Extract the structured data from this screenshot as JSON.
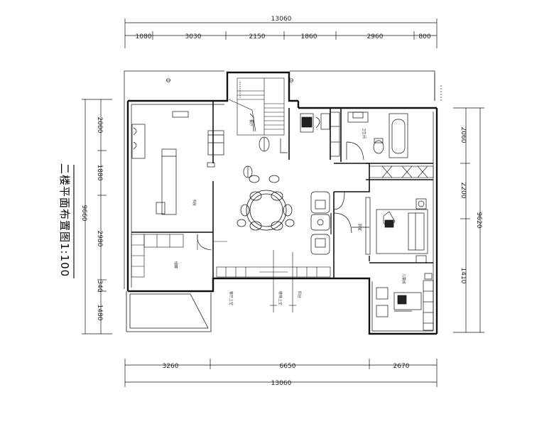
{
  "title": "二楼平面布置图1:100",
  "dims_top": {
    "total": "13060",
    "segments": [
      "1080",
      "3030",
      "2150",
      "1860",
      "2960",
      "800"
    ]
  },
  "dims_bottom": {
    "total": "13060",
    "segments": [
      "3260",
      "6650",
      "2670"
    ]
  },
  "dims_left": {
    "total": "9660",
    "segments": [
      "2000",
      "1880",
      "2980",
      "340",
      "1480"
    ]
  },
  "dims_right": {
    "total": "9620",
    "segments": [
      "2060",
      "2200",
      "1410"
    ]
  },
  "room_labels": {
    "study": "书房",
    "storage": "储藏",
    "dining": "餐厅",
    "bedroom": "卧室",
    "kids_room": "儿童房",
    "bath_1": "卫生间",
    "balcony": "阳台",
    "below_1": "客厅上空",
    "below_2": "楼梯上空"
  }
}
